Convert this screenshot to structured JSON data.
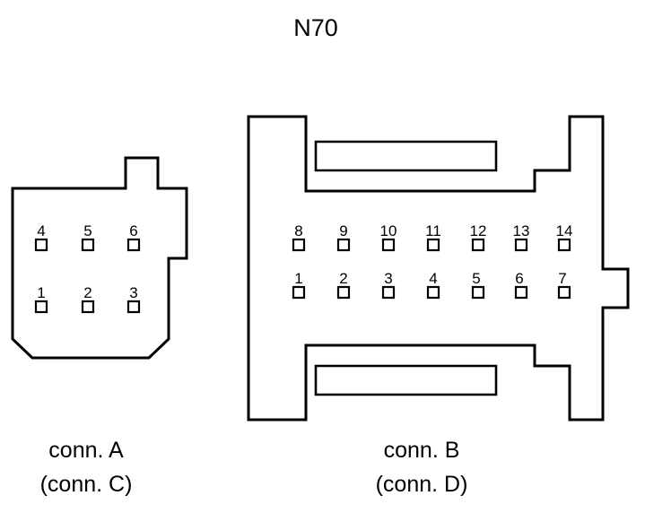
{
  "diagram": {
    "title": "N70",
    "background_color": "#ffffff",
    "line_color": "#000000"
  },
  "connectors": [
    {
      "id": "connector-a",
      "label": "conn. A",
      "alt_label": "(conn. C)",
      "pin_count": 6,
      "rows": [
        {
          "name": "top-row",
          "pins": [
            "4",
            "5",
            "6"
          ]
        },
        {
          "name": "bottom-row",
          "pins": [
            "1",
            "2",
            "3"
          ]
        }
      ]
    },
    {
      "id": "connector-b",
      "label": "conn. B",
      "alt_label": "(conn. D)",
      "pin_count": 14,
      "rows": [
        {
          "name": "top-row",
          "pins": [
            "8",
            "9",
            "10",
            "11",
            "12",
            "13",
            "14"
          ]
        },
        {
          "name": "bottom-row",
          "pins": [
            "1",
            "2",
            "3",
            "4",
            "5",
            "6",
            "7"
          ]
        }
      ]
    }
  ]
}
